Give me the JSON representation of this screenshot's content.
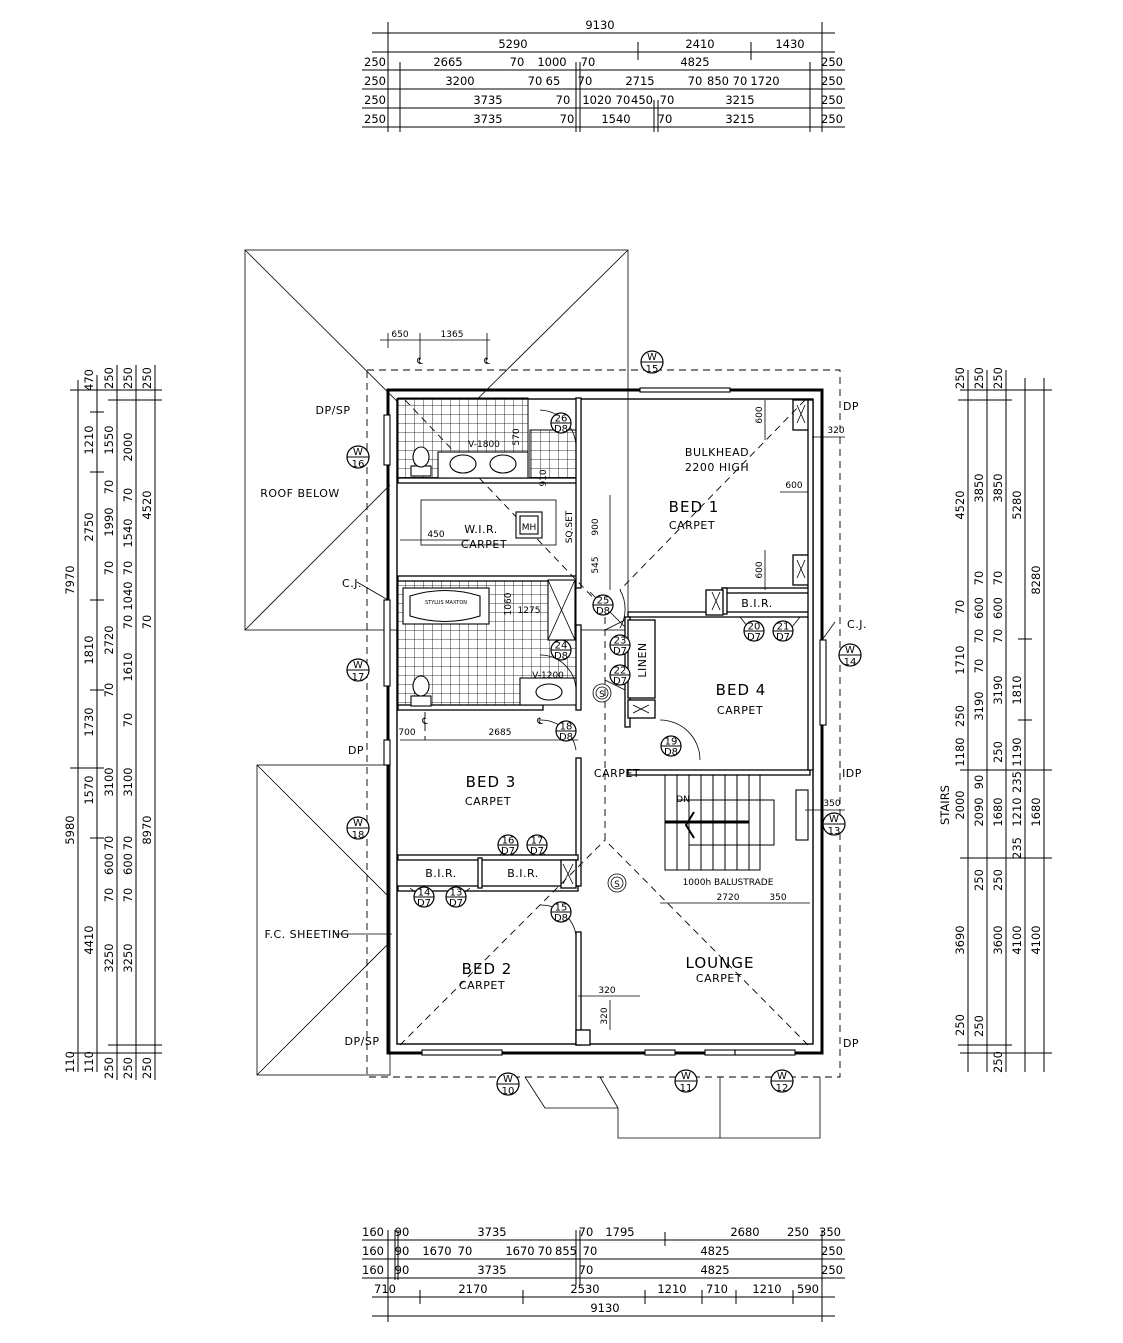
{
  "rooms": [
    {
      "name": "BED 1",
      "floor": "CARPET"
    },
    {
      "name": "BED 4",
      "floor": "CARPET"
    },
    {
      "name": "BED 3",
      "floor": "CARPET"
    },
    {
      "name": "BED 2",
      "floor": "CARPET"
    },
    {
      "name": "LOUNGE",
      "floor": "CARPET"
    },
    {
      "name": "W.I.R.",
      "floor": "CARPET"
    }
  ],
  "annotations": {
    "bulkhead": "BULKHEAD",
    "bulkhead_height": "2200 HIGH",
    "hall_floor": "CARPET",
    "bir": "B.I.R.",
    "linen": "LINEN",
    "sq_set": "SQ.SET",
    "manhole": "MH",
    "vanity_1800": "V-1800",
    "vanity_1200": "V-1200",
    "bath_brand": "STYLUS MAXTON",
    "roof_below": "ROOF BELOW",
    "dp_sp": "DP/SP",
    "dp": "DP",
    "idp": "IDP",
    "cj": "C.J.",
    "fc_sheeting": "F.C. SHEETING",
    "balustrade": "1000h BALUSTRADE",
    "down": "DN",
    "stairs": "STAIRS",
    "smoke": "S",
    "centreline": "℄"
  },
  "window_tags": [
    {
      "prefix": "W",
      "number": "15"
    },
    {
      "prefix": "W",
      "number": "16"
    },
    {
      "prefix": "W",
      "number": "17"
    },
    {
      "prefix": "W",
      "number": "18"
    },
    {
      "prefix": "W",
      "number": "10"
    },
    {
      "prefix": "W",
      "number": "11"
    },
    {
      "prefix": "W",
      "number": "12"
    },
    {
      "prefix": "W",
      "number": "14"
    },
    {
      "prefix": "W",
      "number": "13"
    }
  ],
  "door_tags": [
    {
      "number": "26",
      "type": "D8"
    },
    {
      "number": "25",
      "type": "D8"
    },
    {
      "number": "24",
      "type": "D8"
    },
    {
      "number": "23",
      "type": "D7"
    },
    {
      "number": "22",
      "type": "D7"
    },
    {
      "number": "20",
      "type": "D7"
    },
    {
      "number": "21",
      "type": "D7"
    },
    {
      "number": "19",
      "type": "D8"
    },
    {
      "number": "18",
      "type": "D8"
    },
    {
      "number": "16",
      "type": "D7"
    },
    {
      "number": "17",
      "type": "D7"
    },
    {
      "number": "14",
      "type": "D7"
    },
    {
      "number": "13",
      "type": "D7"
    },
    {
      "number": "15",
      "type": "D8"
    }
  ],
  "dims": {
    "top": [
      [
        "9130"
      ],
      [
        "5290",
        "2410",
        "1430"
      ],
      [
        "250",
        "2665",
        "70",
        "1000",
        "70",
        "4825",
        "250"
      ],
      [
        "250",
        "3200",
        "70",
        "65",
        "70",
        "2715",
        "70",
        "850",
        "70",
        "1720",
        "250"
      ],
      [
        "250",
        "3735",
        "70",
        "1020",
        "70",
        "450",
        "70",
        "3215",
        "250"
      ],
      [
        "250",
        "3735",
        "70",
        "1540",
        "70",
        "3215",
        "250"
      ]
    ],
    "bottom": [
      [
        "160",
        "90",
        "3735",
        "70",
        "1795",
        "2680",
        "250",
        "350"
      ],
      [
        "160",
        "90",
        "1670",
        "70",
        "1670",
        "70",
        "855",
        "70",
        "4825",
        "250"
      ],
      [
        "160",
        "90",
        "3735",
        "70",
        "4825",
        "250"
      ],
      [
        "710",
        "2170",
        "2530",
        "1210",
        "710",
        "1210",
        "590"
      ],
      [
        "9130"
      ]
    ],
    "left": [
      [
        "7970",
        "5980",
        "110"
      ],
      [
        "470",
        "1210",
        "2750",
        "1810",
        "1730",
        "1570",
        "4410",
        "110"
      ],
      [
        "250",
        "1550",
        "70",
        "1990",
        "70",
        "2720",
        "70",
        "3100",
        "70",
        "600",
        "70",
        "3250",
        "250"
      ],
      [
        "250",
        "2000",
        "70",
        "1540",
        "70",
        "1040",
        "70",
        "1610",
        "70",
        "3100",
        "70",
        "600",
        "70",
        "3250",
        "250"
      ],
      [
        "250",
        "4520",
        "70",
        "8970",
        "250"
      ]
    ],
    "right": [
      [
        "250",
        "4520",
        "70",
        "1710",
        "250",
        "1180",
        "2000",
        "3690",
        "250"
      ],
      [
        "250",
        "3850",
        "70",
        "600",
        "70",
        "70",
        "3190",
        "90",
        "2090",
        "250",
        "250"
      ],
      [
        "250",
        "3850",
        "70",
        "600",
        "70",
        "3190",
        "250",
        "1680",
        "250",
        "3600",
        "250"
      ],
      [
        "5280",
        "1810",
        "1190",
        "235",
        "1210",
        "235",
        "4100"
      ],
      [
        "8280",
        "1680",
        "4100"
      ]
    ],
    "internal": [
      "650",
      "1365",
      "600",
      "320",
      "600",
      "600",
      "900",
      "545",
      "910",
      "570",
      "450",
      "1060",
      "1275",
      "700",
      "2685",
      "350",
      "2720",
      "350",
      "320",
      "320"
    ]
  }
}
